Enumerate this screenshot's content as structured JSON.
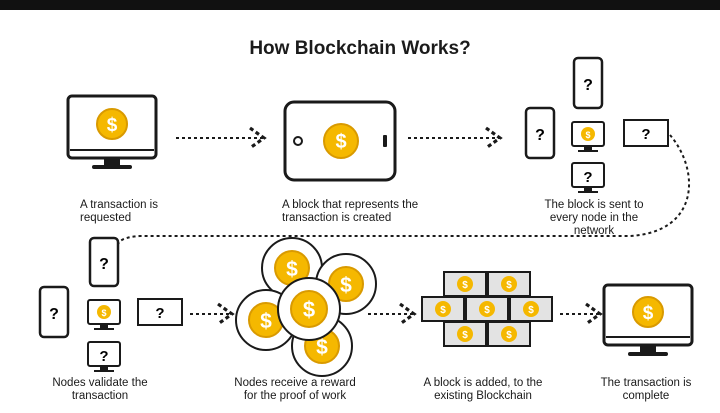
{
  "title": "How Blockchain Works?",
  "icon_symbols": {
    "currency": "$",
    "unknown": "?"
  },
  "colors": {
    "coin": "#f5b800",
    "coin_dark": "#d99a00",
    "outline": "#1a1a1a",
    "block": "#e3e3e3"
  },
  "steps": [
    {
      "caption": [
        "A transaction is",
        "requested"
      ]
    },
    {
      "caption": [
        "A block that represents the",
        "transaction is created"
      ]
    },
    {
      "caption": [
        "The block is sent to",
        "every node in the",
        "network"
      ]
    },
    {
      "caption": [
        "Nodes validate the",
        "transaction"
      ]
    },
    {
      "caption": [
        "Nodes receive a reward",
        "for the proof of work"
      ]
    },
    {
      "caption": [
        "A block is added, to the",
        "existing Blockchain"
      ]
    },
    {
      "caption": [
        "The transaction is",
        "complete"
      ]
    }
  ]
}
